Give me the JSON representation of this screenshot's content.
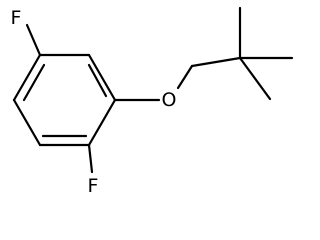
{
  "molecule": {
    "atoms": {
      "fluorine_top": "F",
      "fluorine_bottom": "F",
      "ether_oxygen": "O"
    },
    "colors": {
      "bond": "#000000",
      "label": "#000000",
      "background": "#ffffff"
    }
  }
}
